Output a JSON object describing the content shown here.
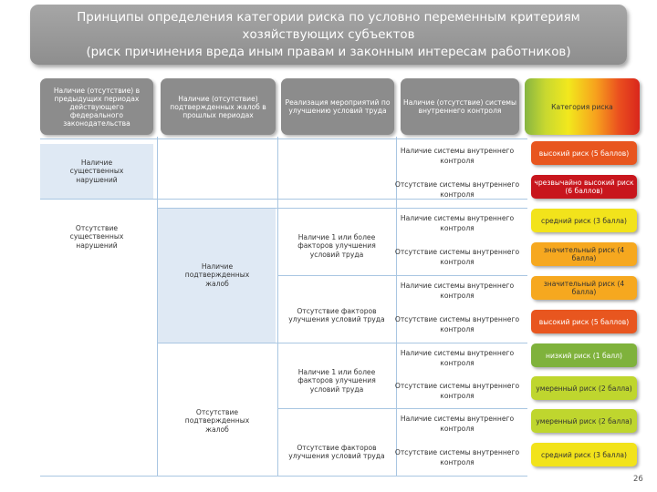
{
  "title": {
    "line1": "Принципы определения категории риска по условно переменным критериям",
    "line2": "хозяйствующих субъектов",
    "line3": "(риск причинения вреда иным правам и законным интересам работников)"
  },
  "headers": {
    "col1": "Наличие (отсутствие) в предыдущих периодах действующего федерального законодательства",
    "col2": "Наличие (отсутствие) подтвержденных жалоб в прошлых периодах",
    "col3": "Реализация мероприятий по улучшению условий труда",
    "col4": "Наличие (отсутствие) системы внутреннего контроля",
    "col5": "Категория риска"
  },
  "violations": {
    "present": "Наличие существенных нарушений",
    "absent": "Отсутствие существенных нарушений"
  },
  "complaints": {
    "present": "Наличие подтвержденных жалоб",
    "absent": "Отсутствие подтвержденных жалоб"
  },
  "measures": {
    "g1_present": "Наличие 1 или более факторов улучшения условий труда",
    "g1_absent": "Отсутствие факторов улучшения условий труда",
    "g2_present": "Наличие 1 или более факторов улучшения условий труда",
    "g2_absent": "Отсутствие факторов улучшения условий труда"
  },
  "rows": [
    {
      "control": "Наличие системы внутреннего контроля",
      "risk": "высокий риск (5 баллов)",
      "color": "#e8561f",
      "text_color": "#ffffff"
    },
    {
      "control": "Отсутствие системы внутреннего контроля",
      "risk": "чрезвычайно высокий риск (6 баллов)",
      "color": "#c8161d",
      "text_color": "#ffffff"
    },
    {
      "control": "Наличие системы внутреннего контроля",
      "risk": "средний риск (3 балла)",
      "color": "#f2e31b",
      "text_color": "#333333"
    },
    {
      "control": "Отсутствие системы внутреннего контроля",
      "risk": "значительный риск (4 балла)",
      "color": "#f6a81f",
      "text_color": "#333333"
    },
    {
      "control": "Наличие системы внутреннего контроля",
      "risk": "значительный риск (4 балла)",
      "color": "#f6a81f",
      "text_color": "#333333"
    },
    {
      "control": "Отсутствие системы внутреннего контроля",
      "risk": "высокий риск (5 баллов)",
      "color": "#e8561f",
      "text_color": "#ffffff"
    },
    {
      "control": "Наличие системы внутреннего контроля",
      "risk": "низкий риск (1 балл)",
      "color": "#7fb23c",
      "text_color": "#ffffff"
    },
    {
      "control": "Отсутствие системы внутреннего контроля",
      "risk": "умеренный риск (2 балла)",
      "color": "#bfd62e",
      "text_color": "#333333"
    },
    {
      "control": "Наличие системы внутреннего контроля",
      "risk": "умеренный риск (2 балла)",
      "color": "#bfd62e",
      "text_color": "#333333"
    },
    {
      "control": "Отсутствие системы внутреннего контроля",
      "risk": "средний риск (3 балла)",
      "color": "#f2e31b",
      "text_color": "#333333"
    }
  ],
  "page_number": "26"
}
